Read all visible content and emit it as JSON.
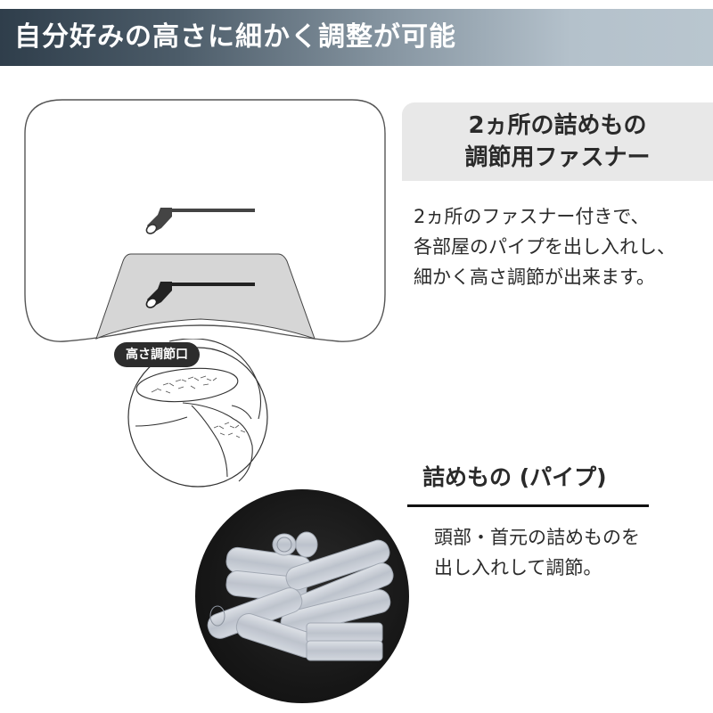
{
  "banner": {
    "title": "自分好みの高さに細かく調整が可能",
    "gradient_start": "#2f3e4b",
    "gradient_end": "#b9c6cf"
  },
  "diagram": {
    "pillow_outline_color": "#555555",
    "adjust_zone_fill": "#d6d6d6",
    "zipper_icons": [
      "zipper-upper-icon",
      "zipper-lower-icon"
    ],
    "detail_label": "高さ調節口"
  },
  "fastener_section": {
    "title_line1": "2ヵ所の詰めもの",
    "title_line2": "調節用ファスナー",
    "description": [
      "2ヵ所のファスナー付きで、",
      "各部屋のパイプを出し入れし、",
      "細かく高さ調節が出来ます。"
    ],
    "box_color": "#e8e8e8"
  },
  "filling_section": {
    "heading": "詰めもの (パイプ)",
    "description": [
      "頭部・首元の詰めものを",
      "出し入れして調節。"
    ],
    "photo": "pipe-filling-photo"
  }
}
